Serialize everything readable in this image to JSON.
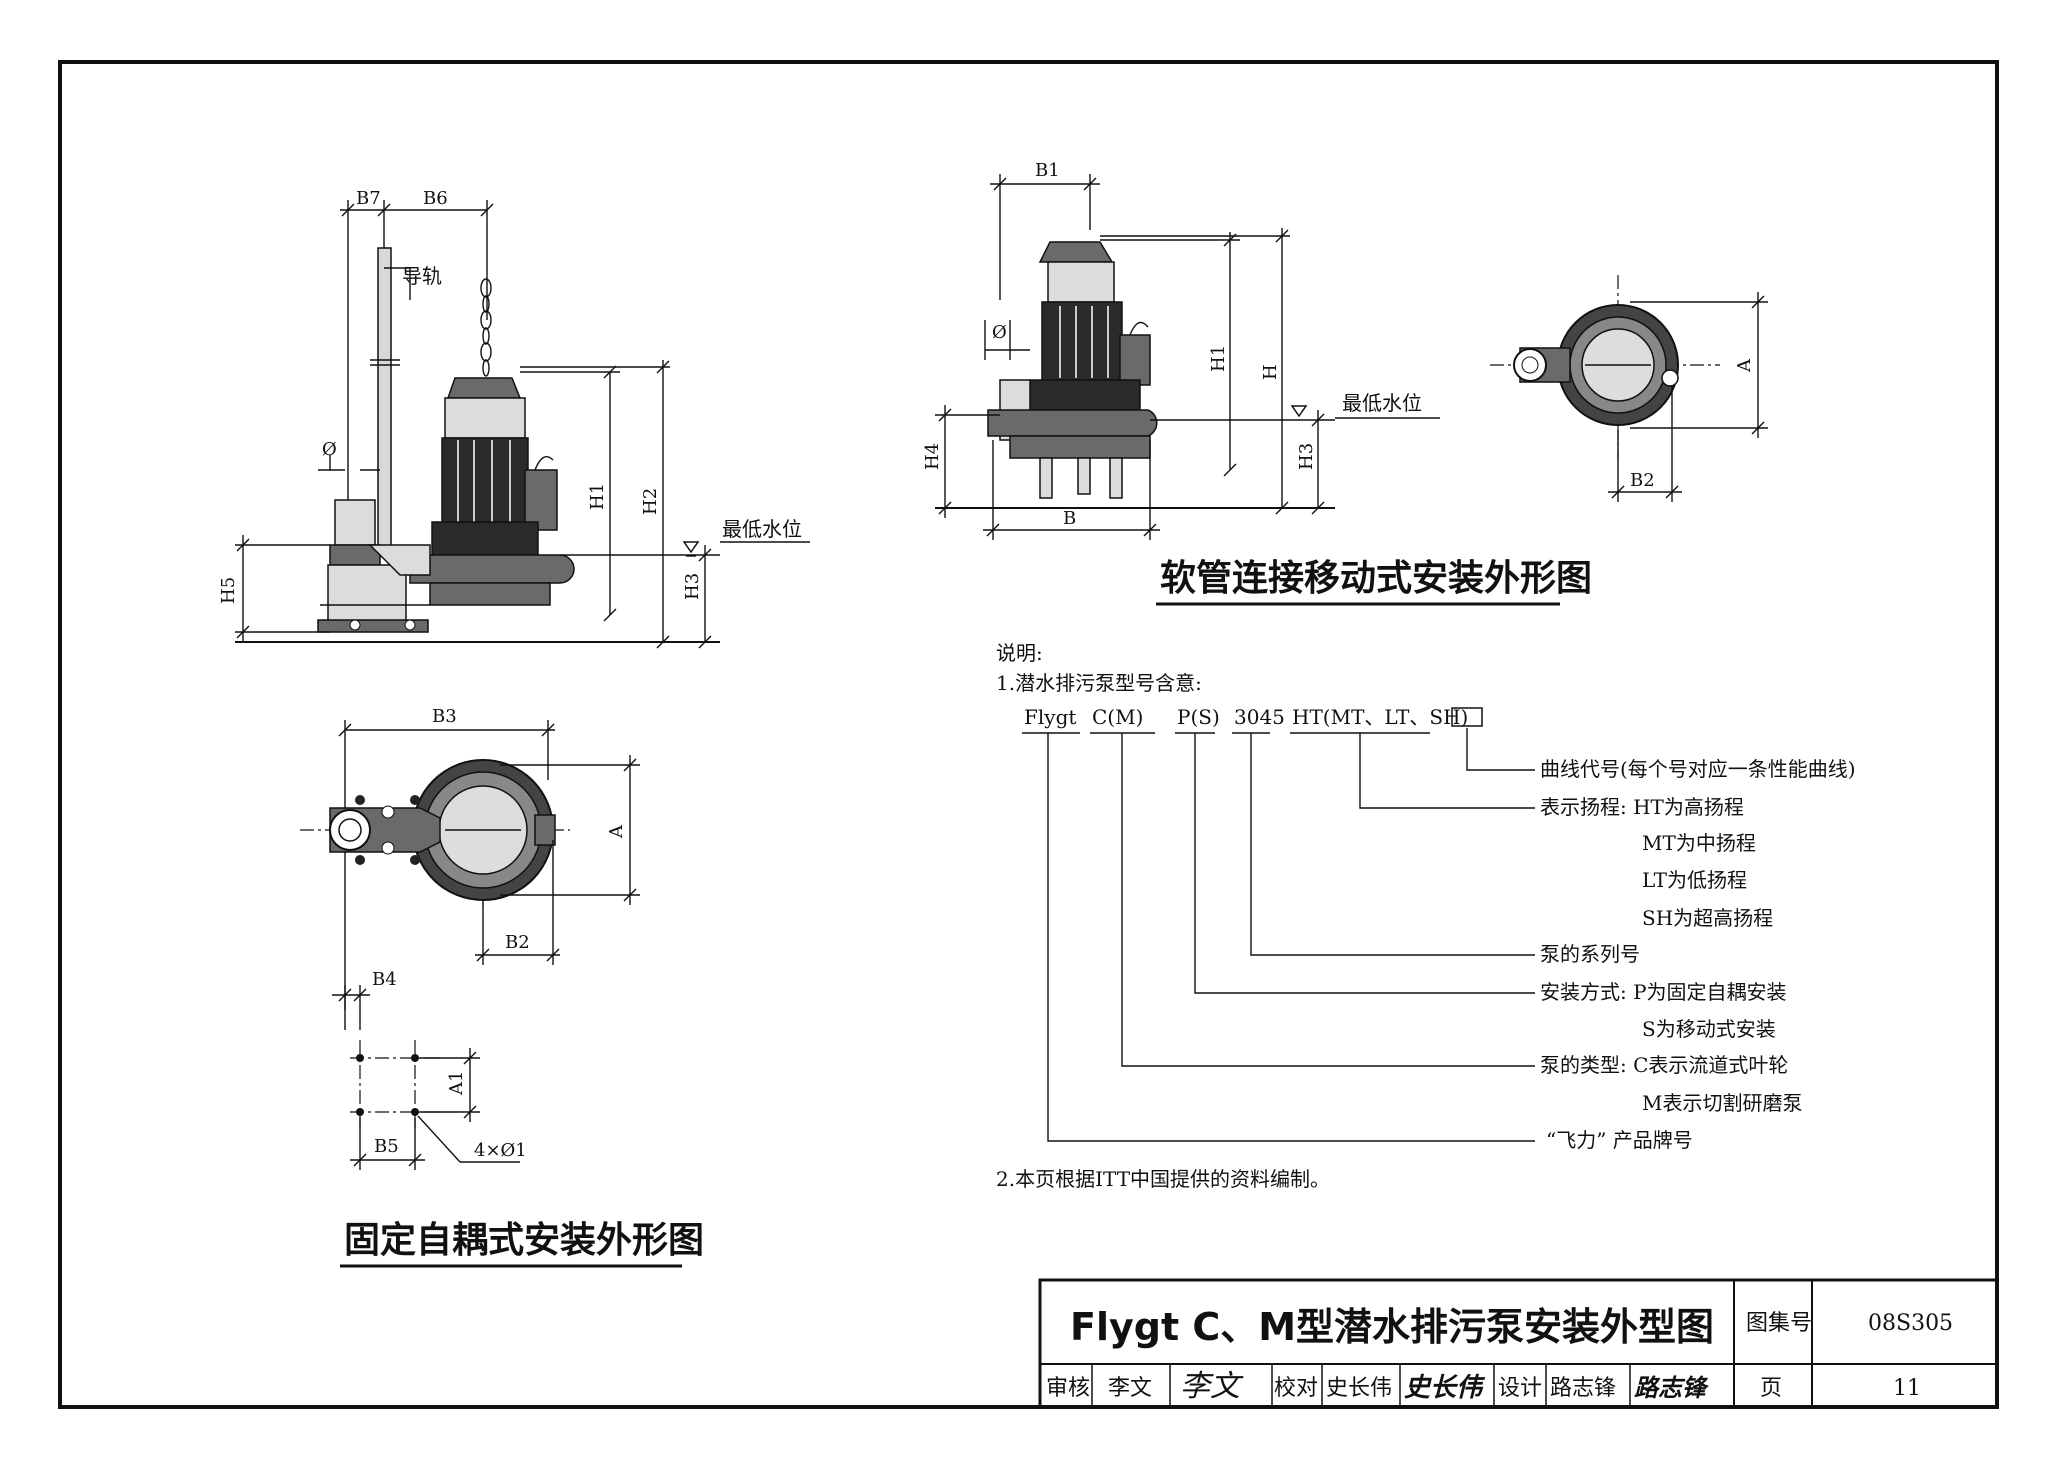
{
  "fixed_view": {
    "dims": {
      "b7": "B7",
      "b6": "B6",
      "h1": "H1",
      "h2": "H2",
      "h3": "H3",
      "h5": "H5",
      "phi": "Ø"
    },
    "guide_rail": "导轨",
    "water_level": "最低水位"
  },
  "fixed_plan": {
    "dims": {
      "b3": "B3",
      "a": "A",
      "b2": "B2",
      "b4": "B4",
      "a1": "A1",
      "b5": "B5",
      "holes": "4×Ø1"
    }
  },
  "fixed_caption": "固定自耦式安装外形图",
  "hose_view": {
    "dims": {
      "b1": "B1",
      "h1": "H1",
      "h": "H",
      "h3": "H3",
      "h4": "H4",
      "b": "B",
      "phi": "Ø"
    },
    "water_level": "最低水位"
  },
  "hose_plan": {
    "dims": {
      "a": "A",
      "b2": "B2"
    }
  },
  "hose_caption": "软管连接移动式安装外形图",
  "notes": {
    "heading": "说明:",
    "item1": "1.潜水排污泵型号含意:",
    "model": {
      "p1": "Flygt",
      "p2": "C(M)",
      "p3": "P(S)",
      "p4": "3045",
      "p5": "HT(MT、LT、SH)"
    },
    "legend": [
      "曲线代号(每个号对应一条性能曲线)",
      "表示扬程: HT为高扬程",
      "MT为中扬程",
      "LT为低扬程",
      "SH为超高扬程",
      "泵的系列号",
      "安装方式: P为固定自耦安装",
      "S为移动式安装",
      "泵的类型: C表示流道式叶轮",
      "M表示切割研磨泵",
      "“飞力” 产品牌号"
    ],
    "item2": "2.本页根据ITT中国提供的资料编制。"
  },
  "title_block": {
    "title": "Flygt C、M型潜水排污泵安装外型图",
    "atlas_label": "图集号",
    "atlas_no": "08S305",
    "review_label": "审核",
    "reviewer": "李文",
    "reviewer_sig": "李文",
    "check_label": "校对",
    "checker": "史长伟",
    "checker_sig": "史长伟",
    "design_label": "设计",
    "designer": "路志锋",
    "designer_sig": "路志锋",
    "page_label": "页",
    "page_no": "11"
  }
}
